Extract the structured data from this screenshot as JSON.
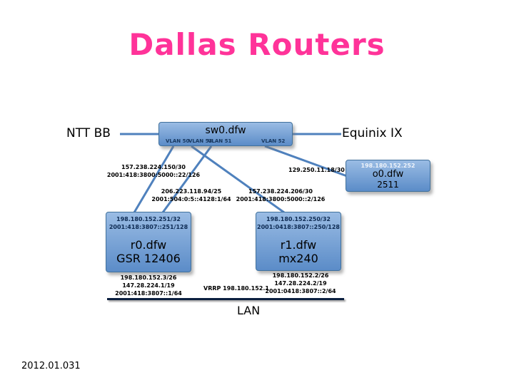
{
  "slide": {
    "title": "Dallas Routers",
    "footer": "2012.01.031"
  },
  "external": {
    "ntt": "NTT BB",
    "equinix": "Equinix IX"
  },
  "switch": {
    "name": "sw0.dfw",
    "vlans": [
      "VLAN 50",
      "VLAN 53",
      "VLAN 51",
      "VLAN 52"
    ]
  },
  "link_labels": {
    "ntt_r0": [
      "157.238.224.150/30",
      "2001:418:3800:5000::22/126"
    ],
    "oob": "129.250.11.18/30",
    "equinix_lan": [
      "206.223.118.94/25",
      "2001:504:0:5::4128:1/64"
    ],
    "ntt_r1": [
      "157.238.224.206/30",
      "2001:418:3800:5000::2/126"
    ]
  },
  "oob_router": {
    "ip": "198.180.152.252",
    "name": "o0.dfw",
    "model": "2511"
  },
  "router_r0": {
    "loopback_v4": "198.180.152.251/32",
    "loopback_v6": "2001:418:3807::251/128",
    "name": "r0.dfw",
    "model": "GSR 12406",
    "lan": [
      "198.180.152.3/26",
      "147.28.224.1/19",
      "2001:418:3807::1/64"
    ]
  },
  "router_r1": {
    "loopback_v4": "198.180.152.250/32",
    "loopback_v6": "2001:0418:3807::250/128",
    "name": "r1.dfw",
    "model": "mx240",
    "lan": [
      "198.180.152.2/26",
      "147.28.224.2/19",
      "2001:0418:3807::2/64"
    ]
  },
  "lan": {
    "label": "LAN",
    "vrrp": "VRRP 198.180.152.1"
  },
  "colors": {
    "title": "#ff3399",
    "box_top": "#9abce4",
    "box_bottom": "#5b8cc8",
    "line": "#4f81bd",
    "lan_line": "#0b1f3f"
  }
}
